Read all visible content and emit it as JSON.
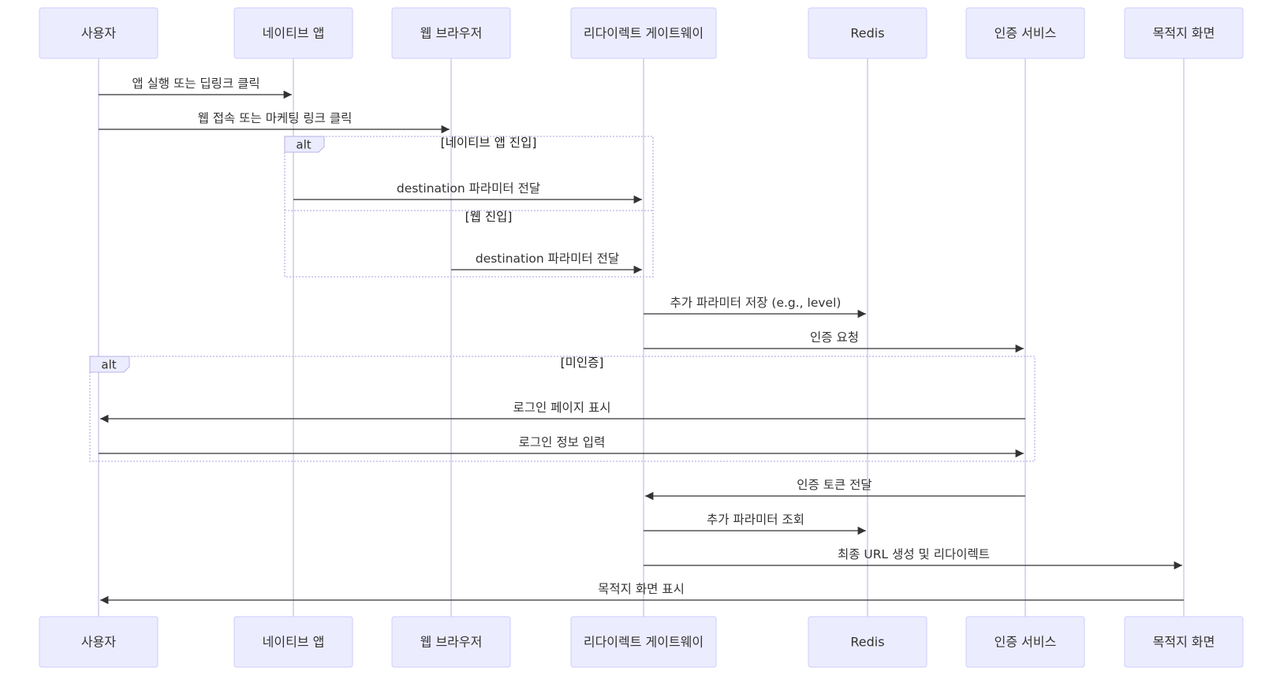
{
  "participants": [
    {
      "id": "user",
      "label": "사용자"
    },
    {
      "id": "app",
      "label": "네이티브 앱"
    },
    {
      "id": "web",
      "label": "웹 브라우저"
    },
    {
      "id": "gateway",
      "label": "리다이렉트 게이트웨이"
    },
    {
      "id": "redis",
      "label": "Redis"
    },
    {
      "id": "auth",
      "label": "인증 서비스"
    },
    {
      "id": "dest",
      "label": "목적지 화면"
    }
  ],
  "messages": [
    {
      "from": "user",
      "to": "app",
      "label": "앱 실행 또는 딥링크 클릭"
    },
    {
      "from": "user",
      "to": "web",
      "label": "웹 접속 또는 마케팅 링크 클릭"
    },
    {
      "from": "app",
      "to": "gateway",
      "label": "destination 파라미터 전달"
    },
    {
      "from": "web",
      "to": "gateway",
      "label": "destination 파라미터 전달"
    },
    {
      "from": "gateway",
      "to": "redis",
      "label": "추가 파라미터 저장 (e.g., level)"
    },
    {
      "from": "gateway",
      "to": "auth",
      "label": "인증 요청"
    },
    {
      "from": "auth",
      "to": "user",
      "label": "로그인 페이지 표시"
    },
    {
      "from": "user",
      "to": "auth",
      "label": "로그인 정보 입력"
    },
    {
      "from": "auth",
      "to": "gateway",
      "label": "인증 토큰 전달"
    },
    {
      "from": "gateway",
      "to": "redis",
      "label": "추가 파라미터 조회"
    },
    {
      "from": "gateway",
      "to": "dest",
      "label": "최종 URL 생성 및 리다이렉트"
    },
    {
      "from": "dest",
      "to": "user",
      "label": "목적지 화면 표시"
    }
  ],
  "frames": [
    {
      "keyword": "alt",
      "sections": [
        "[네이티브 앱 진입]",
        "[웹 진입]"
      ]
    },
    {
      "keyword": "alt",
      "sections": [
        "[미인증]"
      ]
    }
  ]
}
